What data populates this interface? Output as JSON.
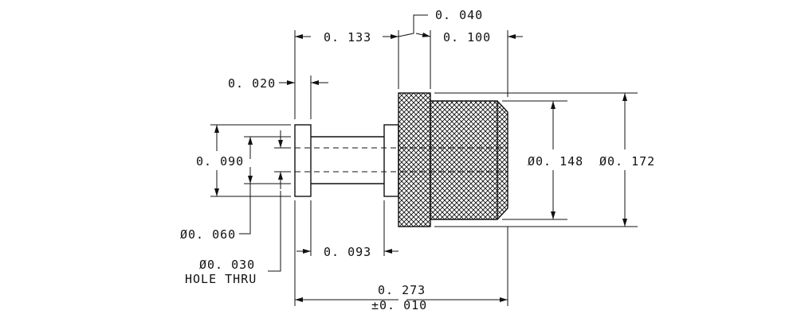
{
  "dimensions": {
    "d_040": "0. 040",
    "d_133": "0. 133",
    "d_100": "0. 100",
    "d_020": "0. 020",
    "d_090": "0. 090",
    "d_148": "Ø0. 148",
    "d_172": "Ø0. 172",
    "d_060": "Ø0. 060",
    "d_093": "0. 093",
    "d_030": "Ø0. 030",
    "hole_thru": "HOLE THRU",
    "d_273": "0. 273",
    "tol_273": "±0. 010"
  },
  "colors": {
    "line": "#111111",
    "knurl": "#111111",
    "background": "#ffffff"
  }
}
